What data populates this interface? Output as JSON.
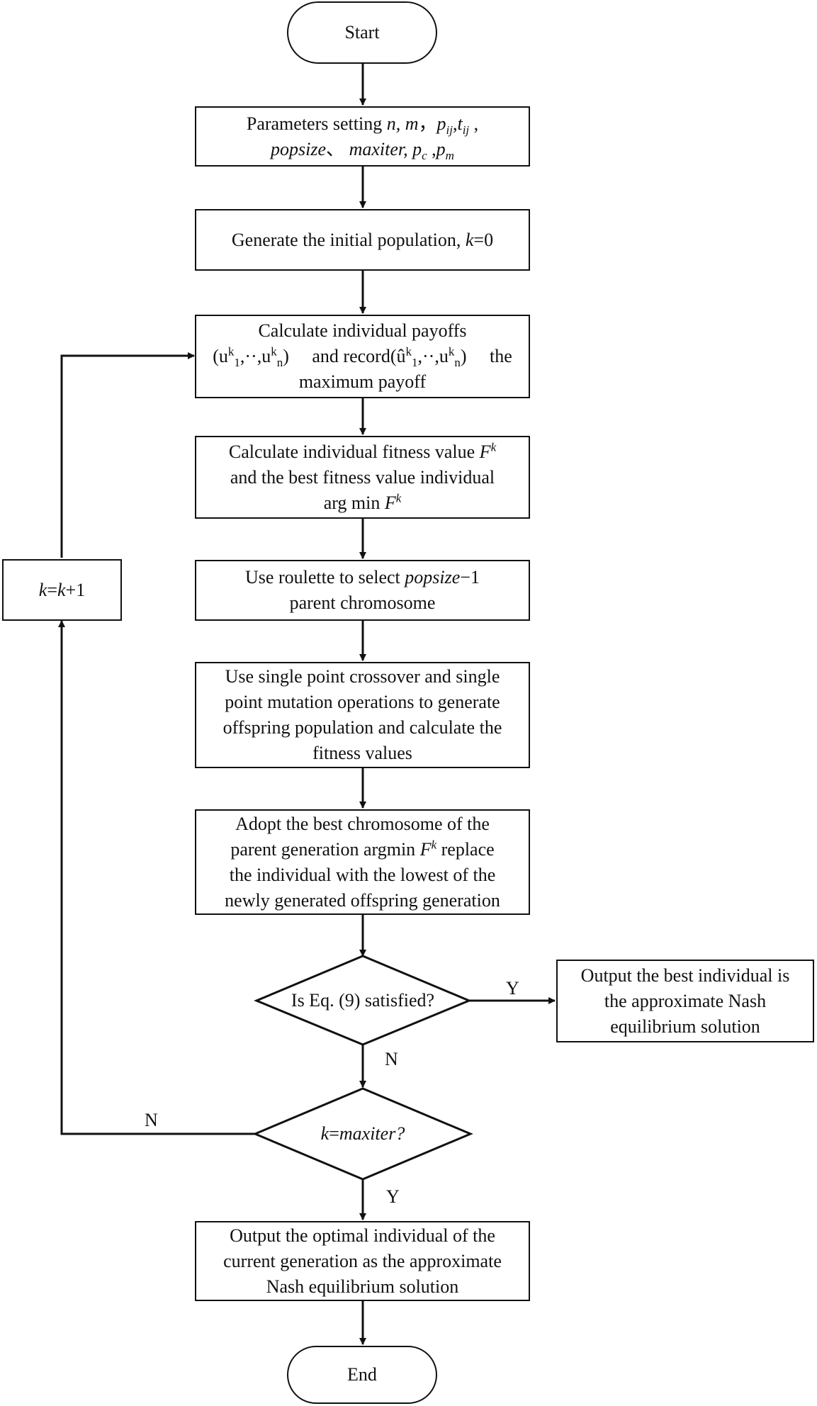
{
  "nodes": {
    "start": "Start",
    "params": {
      "line1": "Parameters setting",
      "n": "n,",
      "m": "m",
      "comma1": "，",
      "p": "p",
      "p_sub": "ij",
      "sep": ",",
      "t": "t",
      "t_sub": "ij",
      "comma2": " ,",
      "popsize": "popsize",
      "dun": "、",
      "maxiter": "maxiter,",
      "pc": "p",
      "pc_sub": "c",
      "sep2": " ,",
      "pm": "p",
      "pm_sub": "m"
    },
    "init": {
      "text": "Generate the initial population,",
      "k": "k",
      "eq": "=0"
    },
    "payoffs": {
      "line1": "Calculate individual payoffs",
      "u_open": "(u",
      "u_sup1": "k",
      "u_sub1": "1",
      "u_dots": ",··,u",
      "u_sup2": "k",
      "u_subn": "n",
      "u_close": ")",
      "record": "and record",
      "ur_open": "(û",
      "ur_close": ")",
      "the": "the",
      "line3": "maximum payoff"
    },
    "fitness": {
      "line1": "Calculate individual fitness value",
      "F": "F",
      "k": "k",
      "line2": "and the best fitness value individual",
      "line3": "arg min"
    },
    "roulette": {
      "pre": "Use roulette to select",
      "popsize": "popsize",
      "post": "−1",
      "line2": "parent chromosome"
    },
    "crossover": {
      "lines": [
        "Use single point crossover and single",
        "point mutation operations to generate",
        "offspring population and calculate the",
        "fitness values"
      ]
    },
    "adopt": {
      "line1": "Adopt the best chromosome of the",
      "line2_pre": "parent generation argmin",
      "line2_post": "replace",
      "line3": "the individual with the lowest of the",
      "line4": "newly generated offspring generation"
    },
    "decision1": "Is Eq. (9) satisfied?",
    "output_nash": {
      "lines": [
        "Output the best individual is",
        "the approximate Nash",
        "equilibrium solution"
      ]
    },
    "decision2": {
      "k": "k",
      "eq": "=",
      "maxiter": "maxiter?"
    },
    "output_optimal": {
      "lines": [
        "Output the optimal individual of the",
        "current generation as the approximate",
        "Nash equilibrium solution"
      ]
    },
    "increment": {
      "k1": "k",
      "eq": "=",
      "k2": "k",
      "plus": "+1"
    },
    "end": "End"
  },
  "edge_labels": {
    "d1_yes": "Y",
    "d1_no": "N",
    "d2_no": "N",
    "d2_yes": "Y"
  },
  "colors": {
    "stroke": "#111111",
    "background": "#ffffff"
  }
}
